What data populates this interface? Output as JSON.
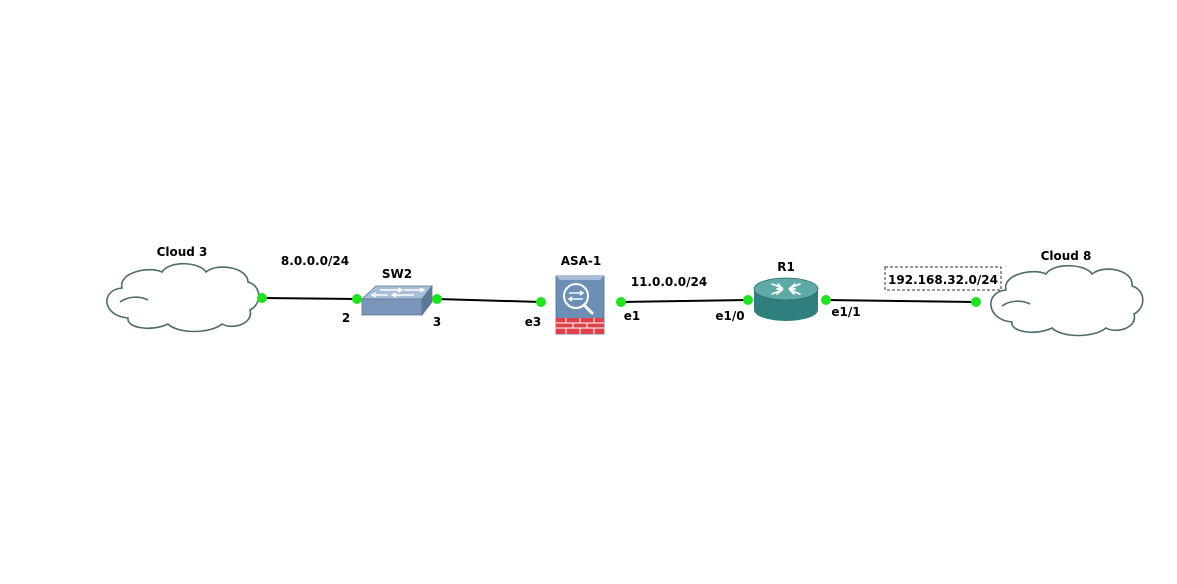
{
  "nodes": {
    "cloud3": {
      "label": "Cloud 3",
      "icon": "cloud-icon"
    },
    "sw2": {
      "label": "SW2",
      "icon": "switch-icon"
    },
    "asa1": {
      "label": "ASA-1",
      "icon": "firewall-icon"
    },
    "r1": {
      "label": "R1",
      "icon": "router-icon"
    },
    "cloud8": {
      "label": "Cloud 8",
      "icon": "cloud-icon"
    }
  },
  "links": {
    "cloud3_sw2": {
      "subnet": "8.0.0.0/24",
      "port_b": "2"
    },
    "sw2_asa1": {
      "port_a": "3",
      "port_b": "e3"
    },
    "asa1_r1": {
      "subnet": "11.0.0.0/24",
      "port_a": "e1",
      "port_b": "e1/0"
    },
    "r1_cloud8": {
      "subnet": "192.168.32.0/24",
      "port_a": "e1/1"
    }
  },
  "colors": {
    "port_indicator": "#22e022",
    "link": "#000000",
    "cloud_outline": "#4d6b6b",
    "switch_body": "#7a95b8",
    "firewall_body": "#6d8fb6",
    "firewall_brick": "#e0404a",
    "router_body": "#2f7f7e"
  }
}
